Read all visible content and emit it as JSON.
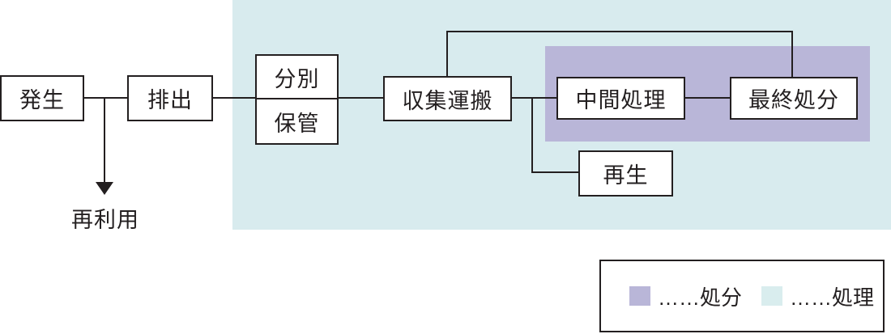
{
  "nodes": {
    "generation": "発生",
    "discharge": "排出",
    "separation": "分別",
    "storage": "保管",
    "collection_transport": "収集運搬",
    "intermediate_treatment": "中間処理",
    "final_disposal": "最終処分",
    "regeneration": "再生"
  },
  "labels": {
    "reuse": "再利用"
  },
  "legend": {
    "items": [
      {
        "label": "……処分",
        "color": "#b9b6d8"
      },
      {
        "label": "……処理",
        "color": "#d9edee"
      }
    ]
  },
  "colors": {
    "treatment_zone": "#d8ebee",
    "disposal_zone": "#b9b6d8",
    "line": "#231f20"
  }
}
